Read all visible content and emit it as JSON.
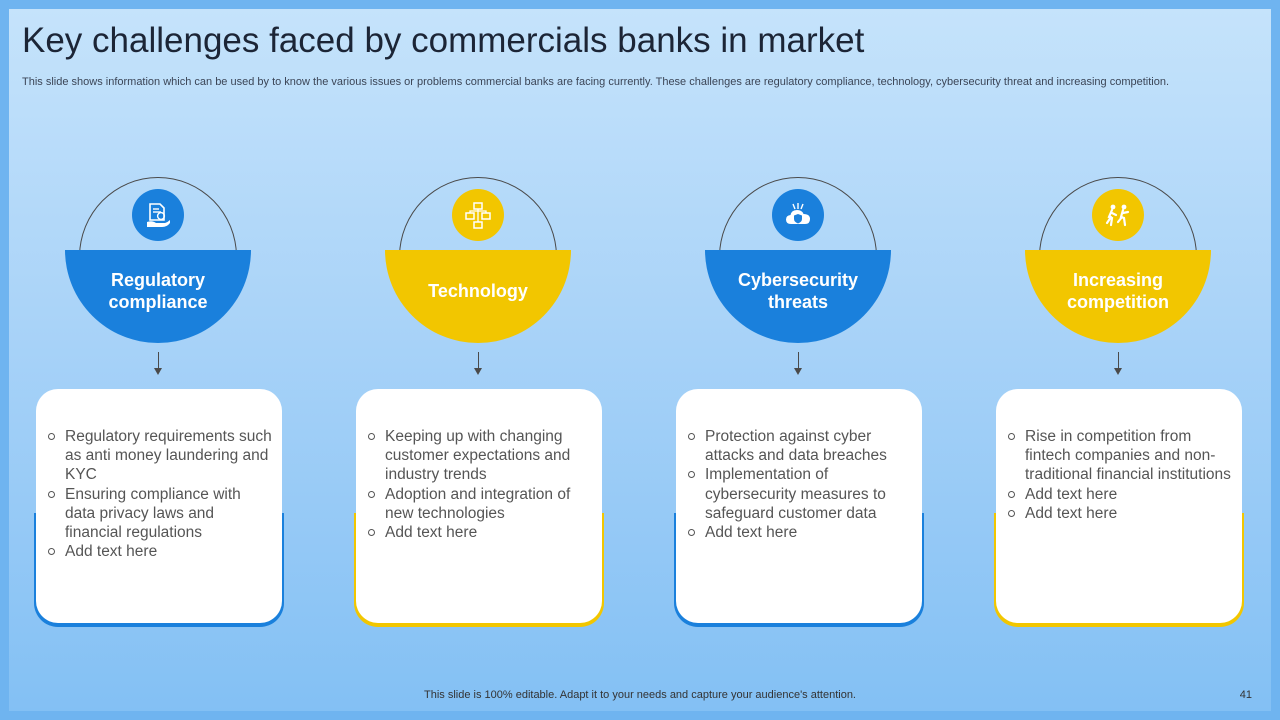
{
  "slide": {
    "title": "Key challenges faced by commercials banks in market",
    "subtitle": "This slide shows information which can be used by to know the various issues or problems commercial banks are facing currently. These challenges are regulatory compliance, technology, cybersecurity threat and increasing competition.",
    "footer": "This slide is 100% editable. Adapt it to your needs and capture your audience's attention.",
    "page_number": "41"
  },
  "colors": {
    "blue": "#1a80dc",
    "yellow": "#f2c600",
    "background": "#a9d3f8"
  },
  "challenges": [
    {
      "label": "Regulatory compliance",
      "icon": "compliance-document-icon",
      "color": "blue",
      "points": [
        "Regulatory requirements such as anti money laundering and KYC",
        "Ensuring compliance with data privacy laws and financial regulations",
        "Add text here"
      ]
    },
    {
      "label": "Technology",
      "icon": "network-icon",
      "color": "yellow",
      "points": [
        "Keeping up with changing customer expectations and industry trends",
        "Adoption and integration of new technologies",
        "Add text here"
      ]
    },
    {
      "label": "Cybersecurity threats",
      "icon": "cloud-shield-icon",
      "color": "blue",
      "points": [
        "Protection against cyber attacks and data breaches",
        "Implementation of cybersecurity measures to safeguard customer data",
        "Add text here"
      ]
    },
    {
      "label": "Increasing competition",
      "icon": "running-people-icon",
      "color": "yellow",
      "points": [
        "Rise in competition from fintech companies and non-traditional financial institutions",
        "Add text here",
        "Add text here"
      ]
    }
  ]
}
